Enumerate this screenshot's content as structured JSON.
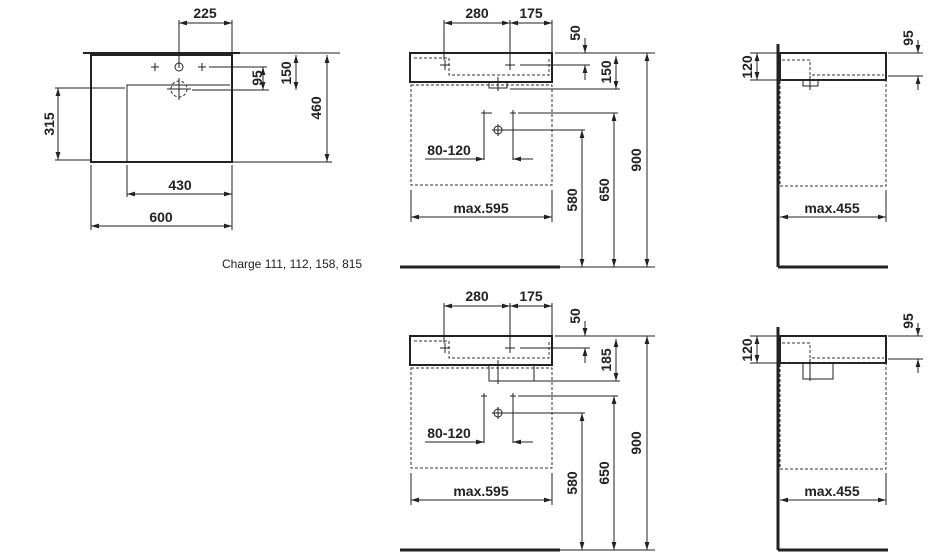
{
  "plan_view": {
    "dim_225": "225",
    "dim_95": "95",
    "dim_150": "150",
    "dim_460": "460",
    "dim_315": "315",
    "dim_430": "430",
    "dim_600": "600"
  },
  "charge_note": "Charge 111, 112, 158, 815",
  "front_views": [
    {
      "dim_280": "280",
      "dim_175": "175",
      "dim_50": "50",
      "dim_depth": "150",
      "dim_900": "900",
      "dim_650": "650",
      "dim_580": "580",
      "dim_spacing": "80-120",
      "dim_width": "max.595"
    },
    {
      "dim_280": "280",
      "dim_175": "175",
      "dim_50": "50",
      "dim_depth": "185",
      "dim_900": "900",
      "dim_650": "650",
      "dim_580": "580",
      "dim_spacing": "80-120",
      "dim_width": "max.595"
    }
  ],
  "side_views": [
    {
      "dim_120": "120",
      "dim_95": "95",
      "dim_width": "max.455"
    },
    {
      "dim_120": "120",
      "dim_95": "95",
      "dim_width": "max.455"
    }
  ]
}
